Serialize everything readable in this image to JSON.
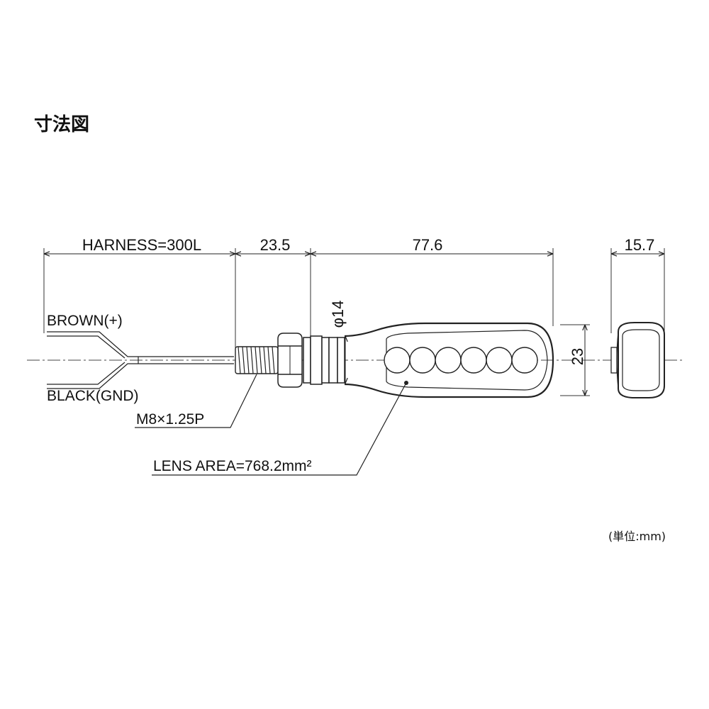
{
  "title": "寸法図",
  "unit_note": "(単位:mm)",
  "dimensions": {
    "harness": "HARNESS=300L",
    "stem": "23.5",
    "body_length": "77.6",
    "width": "15.7",
    "height": "23",
    "diameter": "φ14"
  },
  "labels": {
    "brown": "BROWN(+)",
    "black": "BLACK(GND)",
    "thread": "M8×1.25P",
    "lens_area": "LENS AREA=768.2mm²"
  },
  "led_count": 6,
  "colors": {
    "line": "#1a1a1a",
    "dim": "#333333"
  }
}
